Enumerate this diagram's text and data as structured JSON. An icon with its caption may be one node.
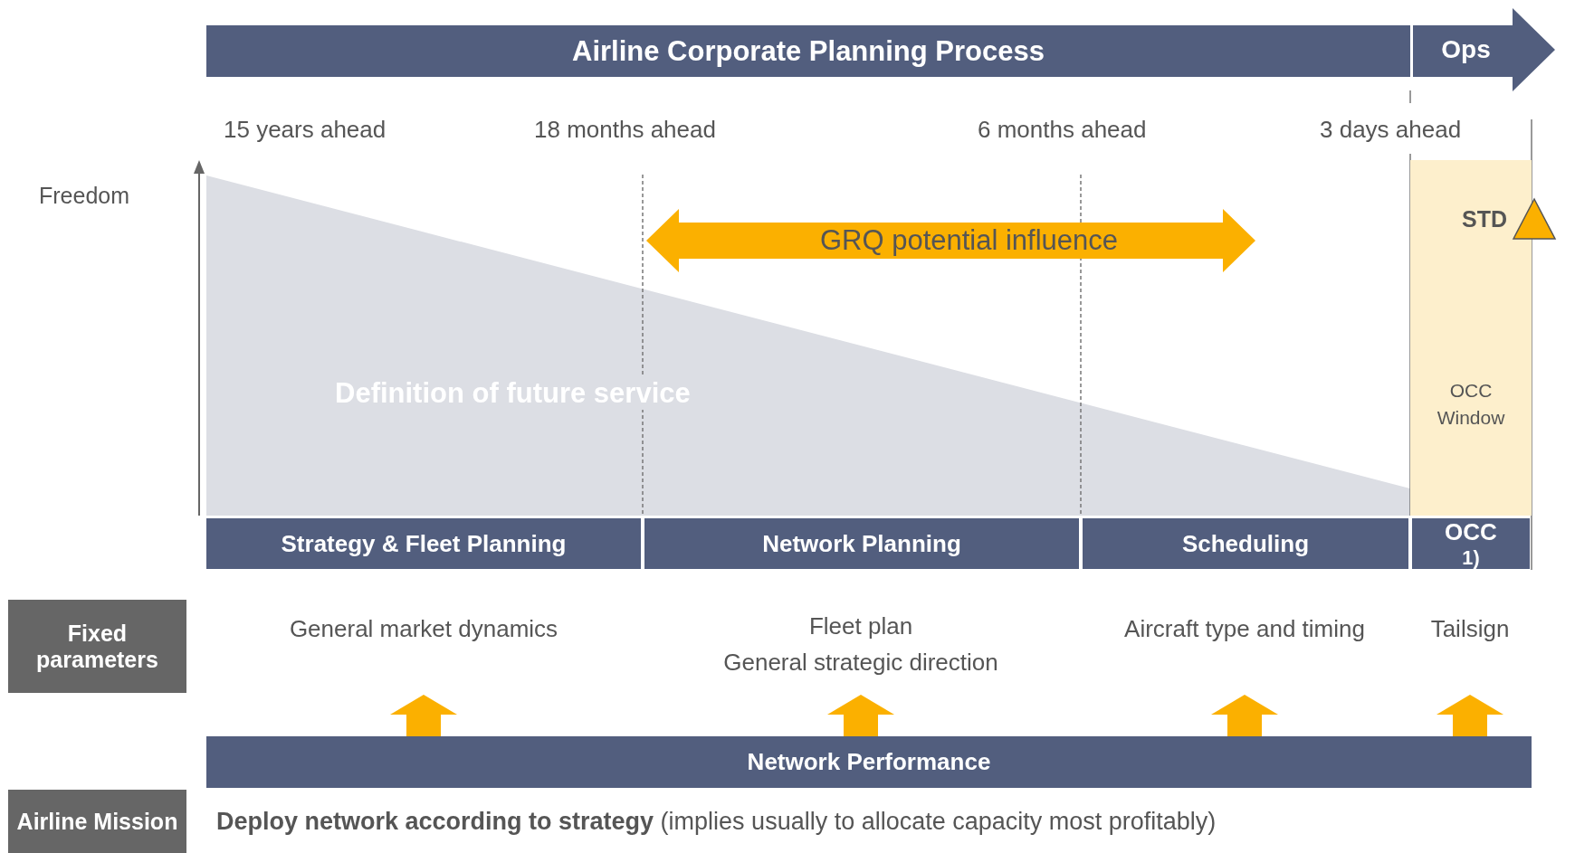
{
  "diagram": {
    "nodes": [
      {
        "text": [
          "Airline Corporate Planning Process"
        ]
      },
      {
        "text": [
          "Ops"
        ]
      },
      {
        "text": [],
        "shape": "triangle",
        "beside": [
          "STD"
        ]
      },
      {
        "text": [
          "GRQ potential influence"
        ]
      },
      {
        "text": [
          "Definition of future service"
        ]
      },
      {
        "text": [
          "OCC Window"
        ]
      },
      {
        "text": [
          "Strategy & Fleet Planning"
        ]
      },
      {
        "text": [
          "Network Planning"
        ]
      },
      {
        "text": [
          "Scheduling"
        ]
      },
      {
        "text": [
          "OCC$^{1)}$"
        ]
      },
      {
        "text": [
          "Fixed parameters"
        ]
      },
      {
        "text": [
          "General market dynamics"
        ]
      },
      {
        "text": [
          "Fleet plan",
          "General strategic direction"
        ]
      },
      {
        "text": [
          "Aircraft type and timing"
        ]
      },
      {
        "text": [
          "Tailsign"
        ]
      },
      {
        "text": [
          "Network Performance"
        ]
      },
      {
        "text": [
          "Airline Mission"
        ]
      }
    ],
    "edges": [
      {
        "from": 15,
        "to": 11,
        "arrow": "to"
      },
      {
        "from": 15,
        "to": 12,
        "arrow": "to"
      },
      {
        "from": 15,
        "to": 13,
        "arrow": "to"
      },
      {
        "from": 15,
        "to": 14,
        "arrow": "to"
      }
    ],
    "labels": [
      "15 years ahead",
      "18 months ahead",
      "6 months ahead",
      "3 days ahead",
      "Freedom",
      "**Deploy network according to strategy** (implies usually to allocate capacity most profitably)"
    ]
  }
}
